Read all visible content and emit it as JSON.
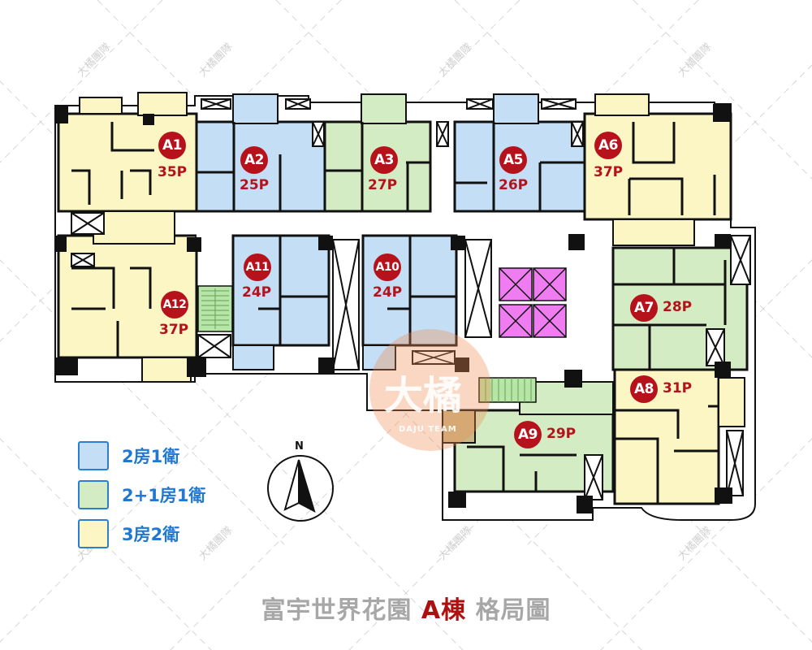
{
  "title": {
    "prefix": "富宇世界花園",
    "highlight": "A棟",
    "suffix": "格局圖"
  },
  "colors": {
    "two_bed": "#c4def6",
    "two_plus_one": "#d3ecc4",
    "three_bed": "#fbf6c4",
    "elevator": "#f07cf2",
    "stair": "#b5e6a6",
    "badge": "#b5121b",
    "legend_text": "#1f78d1",
    "title_gray": "#a7a7a7",
    "title_red": "#b00f0f"
  },
  "legend": [
    {
      "label": "2房1衛",
      "type": "two_bed"
    },
    {
      "label": "2+1房1衛",
      "type": "two_plus_one"
    },
    {
      "label": "3房2衛",
      "type": "three_bed"
    }
  ],
  "compass": {
    "label": "N"
  },
  "units": [
    {
      "id": "A1",
      "size": "35P",
      "type": "three_bed"
    },
    {
      "id": "A2",
      "size": "25P",
      "type": "two_bed"
    },
    {
      "id": "A3",
      "size": "27P",
      "type": "two_plus_one"
    },
    {
      "id": "A5",
      "size": "26P",
      "type": "two_bed"
    },
    {
      "id": "A6",
      "size": "37P",
      "type": "three_bed"
    },
    {
      "id": "A7",
      "size": "28P",
      "type": "two_plus_one"
    },
    {
      "id": "A8",
      "size": "31P",
      "type": "three_bed"
    },
    {
      "id": "A9",
      "size": "29P",
      "type": "two_plus_one"
    },
    {
      "id": "A10",
      "size": "24P",
      "type": "two_bed"
    },
    {
      "id": "A11",
      "size": "24P",
      "type": "two_bed"
    },
    {
      "id": "A12",
      "size": "37P",
      "type": "three_bed"
    }
  ],
  "watermark": {
    "text": "大橘團隊",
    "logo_big": "大橘",
    "logo_small": "DAJU TEAM"
  }
}
